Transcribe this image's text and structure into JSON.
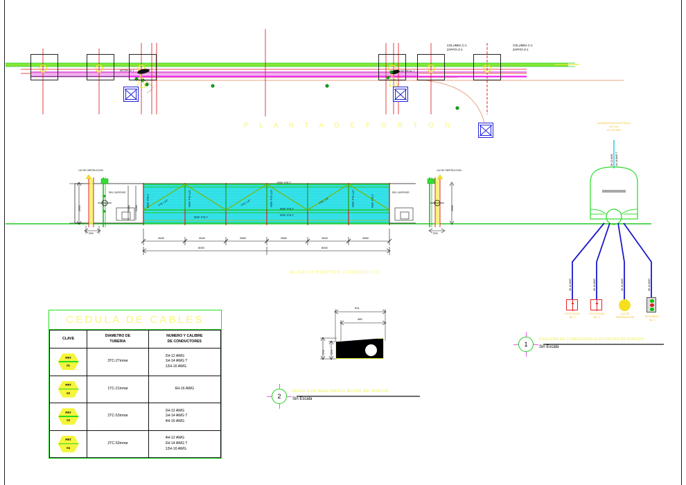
{
  "sheet": {
    "titles": {
      "plan": "P L A N T A   D E   P O R T O N",
      "elevation": "ALZADO PORTON CORREDIZO",
      "cedula": "CEDULA  DE  CABLES"
    }
  },
  "plan": {
    "column_labels": [
      {
        "line1": "COLUMNA C-1",
        "line2": "ZAPATA Z-1"
      },
      {
        "line1": "COLUMNA C-1",
        "line2": "ZAPATA Z-1"
      }
    ],
    "note_motor": "MOTOR No. 1",
    "note_box": "TABLERO"
  },
  "elevation": {
    "bay_dims": [
      "2640",
      "2640",
      "2660",
      "2660",
      "2640",
      "2660"
    ],
    "overall_dims": [
      "8000",
      "8000"
    ],
    "vertical_dims": [
      "2965",
      "2480",
      "2280",
      "2965"
    ],
    "base_dims": [
      "200",
      "200"
    ],
    "member_labels": [
      "PERF. PTR 2\"",
      "PERF. PTR 1 1/2\"",
      "PTR 1 1/2\"",
      "PERF. PTR 2\"",
      "PERF. PTR 2\"",
      "PTR 1 1/2\"",
      "PERF. PTR 1 1/2\"",
      "PERF. PTR 2\"",
      "PTR 1 1/2\"",
      "PERF. PTR 1 1/2\"",
      "PERF. PTR 2\"",
      "PERF. PTR 2\""
    ],
    "lamp_note_left": "LUZ DE OBSTRUCCION",
    "lamp_note_right": "LUZ DE OBSTRUCCION",
    "riel_note_left": "RIEL SUPERIOR",
    "riel_note_right": "RIEL SUPERIOR"
  },
  "cedula": {
    "title": "CEDULA  DE  CABLES",
    "headers": [
      "CLAVE",
      "DIAMETRO DE\nTUBERIA",
      "NUMERO Y CALIBRE\nDE CONDUCTORES"
    ],
    "header_clave": "CLAVE",
    "header_diam_l1": "DIAMETRO DE",
    "header_diam_l2": "TUBERIA",
    "header_cond_l1": "NUMERO Y CALIBRE",
    "header_cond_l2": "DE CONDUCTORES",
    "rows": [
      {
        "key_top": "PRT",
        "key_bottom": "01",
        "diameter": "3TC-27mmø",
        "conductors_l1": "2H-12 AWG",
        "conductors_l2": "1H-14 AWG T",
        "conductors_l3": "12H-16 AWG"
      },
      {
        "key_top": "PRT",
        "key_bottom": "02",
        "diameter": "1TC-21mmø",
        "conductors_l1": "6H-16 AWG",
        "conductors_l2": "",
        "conductors_l3": ""
      },
      {
        "key_top": "PRT",
        "key_bottom": "03",
        "diameter": "2TC-53mmø",
        "conductors_l1": "2H-12 AWG",
        "conductors_l2": "1H-14 AWG T",
        "conductors_l3": "4H-16 AWG"
      },
      {
        "key_top": "PRT",
        "key_bottom": "04",
        "diameter": "2TC-53mmø",
        "conductors_l1": "4H-12 AWG",
        "conductors_l2": "2H-14 AWG T",
        "conductors_l3": "12H-16 AWG"
      }
    ]
  },
  "motor_detail": {
    "dim_top": "531",
    "dim_inner": "480",
    "dim_left_outer": "274",
    "dim_left_inner": "223"
  },
  "callouts": [
    {
      "number": "1",
      "title": "ESQUEMA DE CONEXIONES ELECTRICAS DE PORTON",
      "scale": "Sin Escala"
    },
    {
      "number": "2",
      "title": "DETALLE DE BASE PARA EL MOTOR DEL PORTON",
      "scale": "Sin Escala"
    }
  ],
  "electrical": {
    "feed_l1": "ALIMENTACION ELECTRICA",
    "feed_l2": "110 VOL.",
    "feed_l3": "2H 1C9 AMP",
    "feed_wire": "2H-12 AWG",
    "feed_wire2": "1H-14 AWG T",
    "branches": [
      {
        "wire": "2H-16 AWG",
        "label_l1": "FOTOCELDA",
        "label_l2": "No. 1",
        "device": "photocell"
      },
      {
        "wire": "2H-16 AWG",
        "label_l1": "FOTOCELDA",
        "label_l2": "No. 2",
        "device": "photocell"
      },
      {
        "wire": "2H-16 AWG",
        "label_l1": "LUZ DE",
        "label_l2": "OBSTRUCCION",
        "device": "lamp"
      },
      {
        "wire": "6H-16 AWG",
        "label_l1": "BOTONERA",
        "label_l2": "No. 1",
        "device": "button"
      }
    ]
  },
  "colors": {
    "yellow": "#f5f53c",
    "green": "#22dd22",
    "cyan": "#33e0e8",
    "magenta": "#ee22ee",
    "red": "#e02020",
    "blue": "#2020dd",
    "black": "#000000"
  }
}
